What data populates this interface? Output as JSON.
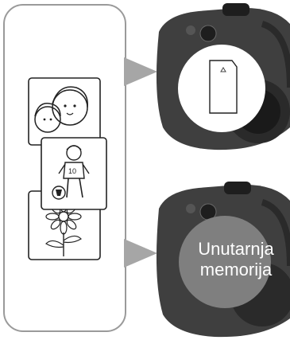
{
  "internal_memory_label": {
    "line1": "Unutarnja",
    "line2": "memorija"
  },
  "colors": {
    "camera_body": "#3f3f3f",
    "camera_dark": "#1e1e1e",
    "highlight_circle": "#ffffff",
    "internal_circle": "#7f7f7f",
    "arrow": "#a6a6a6",
    "panel_border": "#9a9a9a"
  },
  "icons": [
    "photo-stack",
    "memory-card-icon",
    "camera",
    "arrow-right-icon"
  ]
}
